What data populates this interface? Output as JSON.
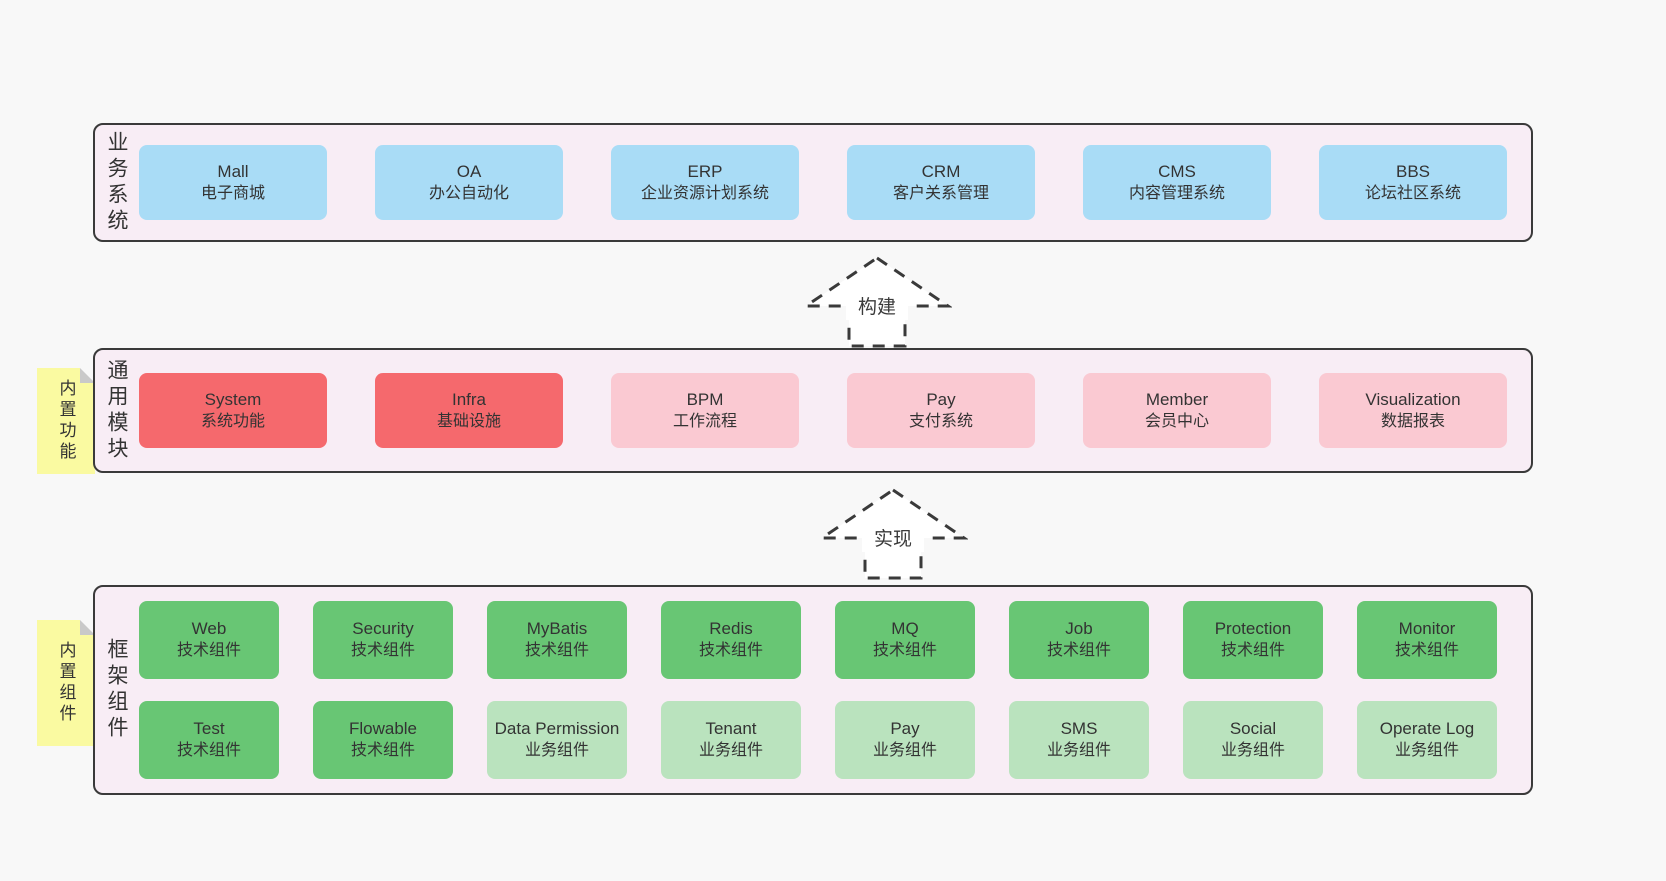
{
  "colors": {
    "page_bg": "#f8f8f8",
    "container_bg": "#f8edf5",
    "container_border": "#3a3a3a",
    "blue": "#a9dcf6",
    "red": "#f5696d",
    "pink": "#fac9d2",
    "green": "#68c674",
    "lightgreen": "#bae3be",
    "note_yellow": "#fafaa1",
    "note_fold": "#c9c9c9",
    "text": "#333333"
  },
  "layers": [
    {
      "label": "业务系统",
      "note": "",
      "rows": [
        [
          {
            "name": "Mall",
            "subtitle": "电子商城",
            "type": "blue"
          },
          {
            "name": "OA",
            "subtitle": "办公自动化",
            "type": "blue"
          },
          {
            "name": "ERP",
            "subtitle": "企业资源计划系统",
            "type": "blue"
          },
          {
            "name": "CRM",
            "subtitle": "客户关系管理",
            "type": "blue"
          },
          {
            "name": "CMS",
            "subtitle": "内容管理系统",
            "type": "blue"
          },
          {
            "name": "BBS",
            "subtitle": "论坛社区系统",
            "type": "blue"
          }
        ]
      ]
    },
    {
      "label": "通用模块",
      "note": "内置功能",
      "rows": [
        [
          {
            "name": "System",
            "subtitle": "系统功能",
            "type": "red"
          },
          {
            "name": "Infra",
            "subtitle": "基础设施",
            "type": "red"
          },
          {
            "name": "BPM",
            "subtitle": "工作流程",
            "type": "pink"
          },
          {
            "name": "Pay",
            "subtitle": "支付系统",
            "type": "pink"
          },
          {
            "name": "Member",
            "subtitle": "会员中心",
            "type": "pink"
          },
          {
            "name": "Visualization",
            "subtitle": "数据报表",
            "type": "pink"
          }
        ]
      ]
    },
    {
      "label": "框架组件",
      "note": "内置组件",
      "rows": [
        [
          {
            "name": "Web",
            "subtitle": "技术组件",
            "type": "green"
          },
          {
            "name": "Security",
            "subtitle": "技术组件",
            "type": "green"
          },
          {
            "name": "MyBatis",
            "subtitle": "技术组件",
            "type": "green"
          },
          {
            "name": "Redis",
            "subtitle": "技术组件",
            "type": "green"
          },
          {
            "name": "MQ",
            "subtitle": "技术组件",
            "type": "green"
          },
          {
            "name": "Job",
            "subtitle": "技术组件",
            "type": "green"
          },
          {
            "name": "Protection",
            "subtitle": "技术组件",
            "type": "green"
          },
          {
            "name": "Monitor",
            "subtitle": "技术组件",
            "type": "green"
          }
        ],
        [
          {
            "name": "Test",
            "subtitle": "技术组件",
            "type": "green"
          },
          {
            "name": "Flowable",
            "subtitle": "技术组件",
            "type": "green"
          },
          {
            "name": "Data Permission",
            "subtitle": "业务组件",
            "type": "lightgreen"
          },
          {
            "name": "Tenant",
            "subtitle": "业务组件",
            "type": "lightgreen"
          },
          {
            "name": "Pay",
            "subtitle": "业务组件",
            "type": "lightgreen"
          },
          {
            "name": "SMS",
            "subtitle": "业务组件",
            "type": "lightgreen"
          },
          {
            "name": "Social",
            "subtitle": "业务组件",
            "type": "lightgreen"
          },
          {
            "name": "Operate Log",
            "subtitle": "业务组件",
            "type": "lightgreen"
          }
        ]
      ]
    }
  ],
  "arrows": [
    {
      "label": "构建"
    },
    {
      "label": "实现"
    }
  ]
}
